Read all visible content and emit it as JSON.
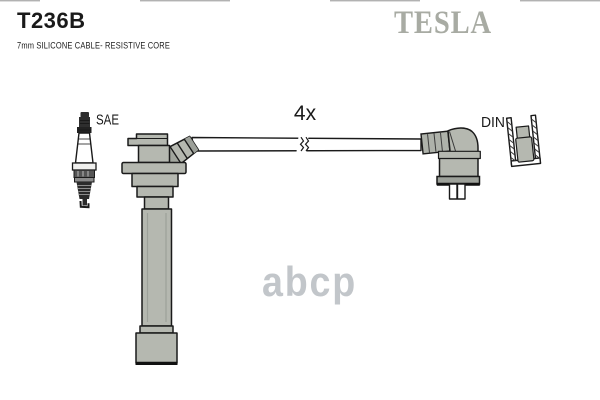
{
  "header": {
    "part_number": "T236B",
    "subtitle": "7mm SILICONE CABLE- RESISTIVE CORE",
    "brand": "TESLA"
  },
  "diagram": {
    "quantity_label": "4x",
    "left_connector_label": "SAE",
    "right_connector_label": "DIN"
  },
  "watermark": "abcp",
  "colors": {
    "paper": "#ffffff",
    "line": "#1a1a1a",
    "part_gray": "#b5b8b0",
    "brand_gray": "#a8aba3",
    "watermark_gray": "#c2c6ca"
  }
}
